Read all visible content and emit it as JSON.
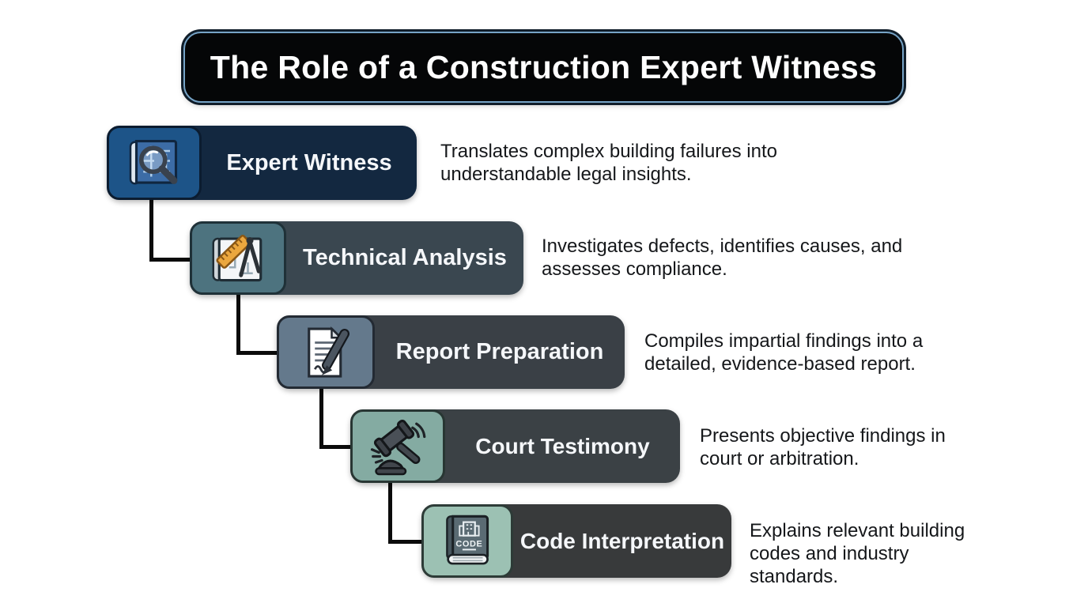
{
  "title": "The Role of a Construction Expert Witness",
  "steps": [
    {
      "label": "Expert Witness",
      "description": "Translates complex building failures into understandable legal insights.",
      "icon": "blueprint-magnifier-icon",
      "bar_color": "#132840",
      "tile_color": "#1d5488"
    },
    {
      "label": "Technical Analysis",
      "description": "Investigates defects, identifies causes, and assesses compliance.",
      "icon": "drafting-tools-icon",
      "bar_color": "#3a4750",
      "tile_color": "#4d737f"
    },
    {
      "label": "Report Preparation",
      "description": "Compiles impartial findings into a detailed, evidence-based report.",
      "icon": "document-pen-icon",
      "bar_color": "#3a4046",
      "tile_color": "#64798c"
    },
    {
      "label": "Court Testimony",
      "description": "Presents objective findings in court or arbitration.",
      "icon": "gavel-icon",
      "bar_color": "#3b4145",
      "tile_color": "#84aba2"
    },
    {
      "label": "Code Interpretation",
      "description": "Explains relevant building codes and industry standards.",
      "icon": "code-book-icon",
      "bar_color": "#383a3b",
      "tile_color": "#9cc1b3"
    }
  ],
  "book_cover_label": "CODE",
  "colors": {
    "background": "#ffffff",
    "title_bg": "#050607",
    "title_border": "#76a3c6",
    "connector": "#0b0b0b",
    "description_text": "#15171a",
    "label_text": "#f5f7fa"
  }
}
